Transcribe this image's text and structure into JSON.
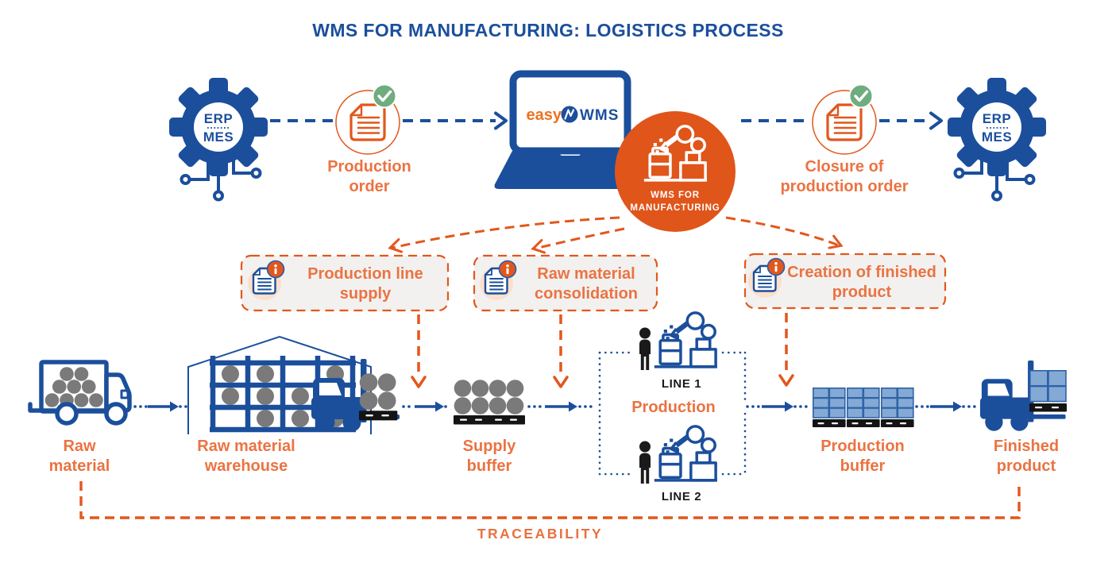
{
  "title": "WMS FOR MANUFACTURING: LOGISTICS PROCESS",
  "colors": {
    "blue": "#1B4F9C",
    "orange": "#E2571C",
    "orange_text": "#EB7342",
    "green_check": "#6FAC7F",
    "gray_goods": "#7A7A7A",
    "pallet_black": "#141414",
    "box_blue_fill": "#84A9D4",
    "box_blue_stroke": "#2E63A7",
    "peach": "#FAE0CD",
    "panel_gray": "#F2F1EF",
    "wms_circle_fill": "#E0551A"
  },
  "icons": {
    "erp_left": "gear-circuit-icon",
    "production_order": "document-check-icon",
    "laptop": "laptop-icon",
    "wms_circle": "robot-arm-icon",
    "closure": "document-check-icon",
    "erp_right": "gear-circuit-icon",
    "process_boxes": "document-info-icon",
    "raw_material": "truck-icon",
    "warehouse": "warehouse-rack-icon",
    "supply_forklift": "forklift-drums-icon",
    "supply_buffer": "pallet-drums-icon",
    "production_lines": "worker-and-robot-icon",
    "production_buffer": "pallet-boxes-icon",
    "finished_product": "forklift-boxes-icon"
  },
  "top_flow": {
    "erp_left": {
      "line1": "ERP",
      "line2": "MES"
    },
    "production_order": {
      "line1": "Production",
      "line2": "order"
    },
    "laptop_logo": {
      "easy": "easy",
      "wms": "WMS"
    },
    "wms_circle": {
      "line1": "WMS FOR",
      "line2": "MANUFACTURING"
    },
    "closure": {
      "line1": "Closure of",
      "line2": "production order"
    },
    "erp_right": {
      "line1": "ERP",
      "line2": "MES"
    }
  },
  "process_boxes": [
    {
      "line1": "Production line",
      "line2": "supply"
    },
    {
      "line1": "Raw material",
      "line2": "consolidation"
    },
    {
      "line1": "Creation of finished",
      "line2": "product"
    }
  ],
  "bottom_flow": {
    "raw_material": {
      "line1": "Raw",
      "line2": "material"
    },
    "warehouse": {
      "line1": "Raw material",
      "line2": "warehouse"
    },
    "supply_buffer": {
      "line1": "Supply",
      "line2": "buffer"
    },
    "production": {
      "label": "Production",
      "line1": "LINE 1",
      "line2": "LINE 2"
    },
    "production_buffer": {
      "line1": "Production",
      "line2": "buffer"
    },
    "finished_product": {
      "line1": "Finished",
      "line2": "product"
    }
  },
  "traceability": {
    "label": "TRACEABILITY"
  }
}
